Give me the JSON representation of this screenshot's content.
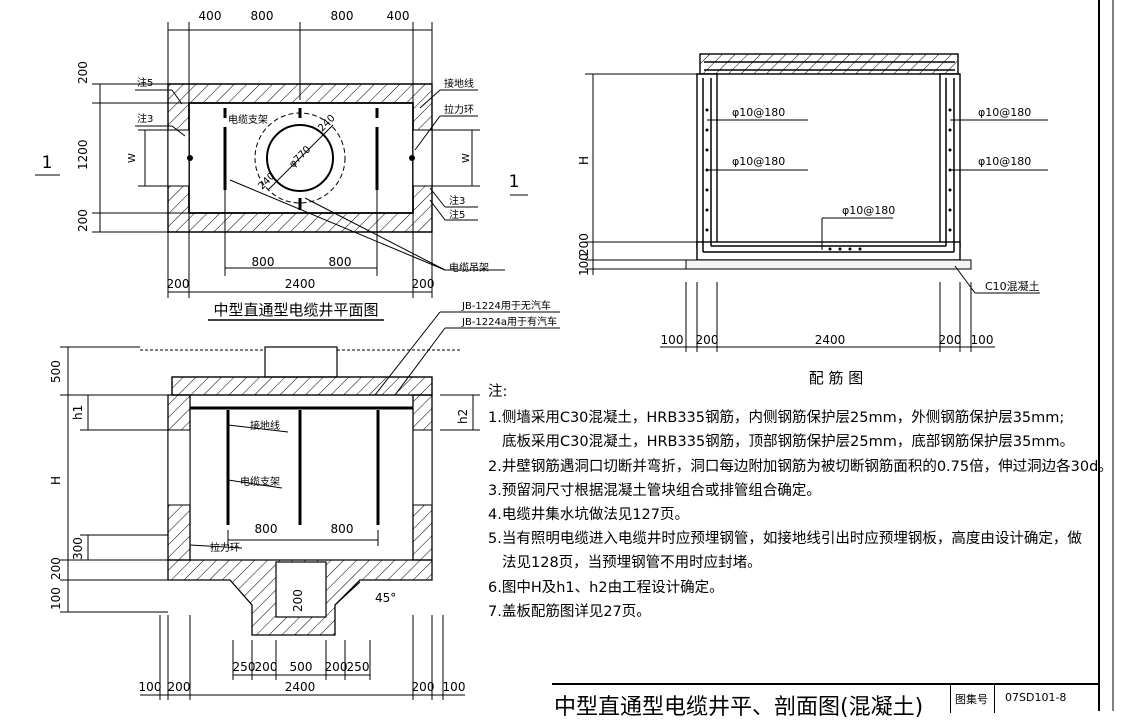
{
  "plan": {
    "title": "中型直通型电缆井平面图",
    "dims_top": [
      "400",
      "800",
      "800",
      "400"
    ],
    "dims_left": [
      "200",
      "1200",
      "200"
    ],
    "dims_bottom": [
      "800",
      "800"
    ],
    "dims_overall": [
      "200",
      "2400",
      "200"
    ],
    "labels": {
      "note5_left": "注5",
      "note3_left": "注3",
      "support": "电缆支架",
      "ground": "接地线",
      "pull_ring": "拉力环",
      "note3_right": "注3",
      "note5_right": "注5",
      "hanger": "电缆吊架",
      "dia": "φ770",
      "r1": "240",
      "r2": "240",
      "w_left": "W",
      "w_right": "W"
    },
    "section_mark": "1"
  },
  "rebar": {
    "title": "配  筋  图",
    "labels": [
      "φ10@180",
      "φ10@180",
      "φ10@180",
      "φ10@180",
      "φ10@180"
    ],
    "h_label": "H",
    "dims_left": [
      "200",
      "100"
    ],
    "dims_bottom": [
      "100",
      "200",
      "2400",
      "200",
      "100"
    ],
    "concrete": "C10混凝土"
  },
  "section": {
    "dims_left": [
      "500",
      "h1",
      "H",
      "300",
      "200",
      "100"
    ],
    "h2": "h2",
    "cover_a": "JB-1224用于无汽车",
    "cover_b": "JB-1224a用于有汽车",
    "ground": "接地线",
    "support": "电缆支架",
    "pull_ring": "拉力环",
    "dims_mid": [
      "800",
      "800"
    ],
    "sump_depth": "200",
    "angle": "45°",
    "dims_sump": [
      "250",
      "200",
      "500",
      "200",
      "250"
    ],
    "dims_overall": [
      "100",
      "200",
      "2400",
      "200",
      "100"
    ]
  },
  "notes": {
    "heading": "注:",
    "lines": [
      "1.侧墙采用C30混凝土，HRB335钢筋，内侧钢筋保护层25mm，外侧钢筋保护层35mm;",
      "底板采用C30混凝土，HRB335钢筋，顶部钢筋保护层25mm，底部钢筋保护层35mm。",
      "2.井壁钢筋遇洞口切断并弯折，洞口每边附加钢筋为被切断钢筋面积的0.75倍，伸过洞边各30d。",
      "3.预留洞尺寸根据混凝土管块组合或排管组合确定。",
      "4.电缆井集水坑做法见127页。",
      "5.当有照明电缆进入电缆井时应预埋钢管，如接地线引出时应预埋钢板，高度由设计确定，做",
      "法见128页，当预埋钢管不用时应封堵。",
      "6.图中H及h1、h2由工程设计确定。",
      "7.盖板配筋图详见27页。"
    ]
  },
  "title_block": {
    "title": "中型直通型电缆井平、剖面图(混凝土)",
    "label": "图集号",
    "number": "07SD101-8"
  }
}
